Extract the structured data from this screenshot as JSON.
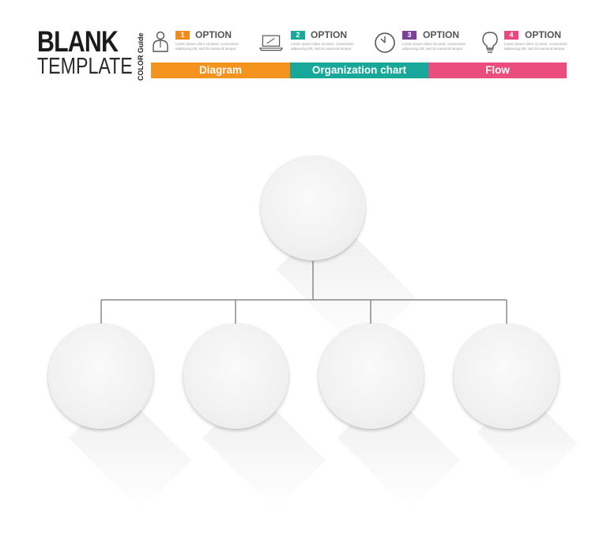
{
  "header": {
    "title_line1": "BLANK",
    "title_line2": "TEMPLATE",
    "color_guide": "COLOR Guide"
  },
  "options": [
    {
      "number": "1",
      "label": "OPTION",
      "icon": "person-icon",
      "color": "#f08c1e",
      "desc": "Lorem ipsum dolor sit amet, consectetur adipiscing elit, sed do eiusmod tempor"
    },
    {
      "number": "2",
      "label": "OPTION",
      "icon": "laptop-icon",
      "color": "#1aa89b",
      "desc": "Lorem ipsum dolor sit amet, consectetur adipiscing elit, sed do eiusmod tempor"
    },
    {
      "number": "3",
      "label": "OPTION",
      "icon": "clock-icon",
      "color": "#7b3f9a",
      "desc": "Lorem ipsum dolor sit amet, consectetur adipiscing elit, sed do eiusmod tempor"
    },
    {
      "number": "4",
      "label": "OPTION",
      "icon": "lightbulb-icon",
      "color": "#e9477d",
      "desc": "Lorem ipsum dolor sit amet, consectetur adipiscing elit, sed do eiusmod tempor"
    }
  ],
  "bars": [
    {
      "label": "Diagram",
      "color": "#f4941f"
    },
    {
      "label": "Organization chart",
      "color": "#17a899"
    },
    {
      "label": "Flow",
      "color": "#ec4d7f"
    }
  ],
  "org_chart": {
    "root": "",
    "children": [
      "",
      "",
      "",
      ""
    ]
  },
  "colors": {
    "connector": "#8a8a8a",
    "bubble": "#f3f3f3"
  }
}
